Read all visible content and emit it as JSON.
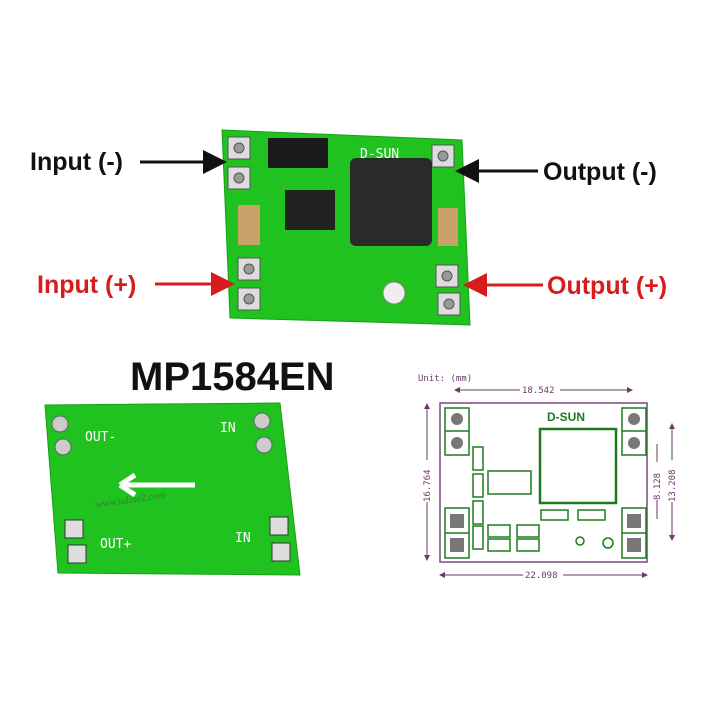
{
  "labels": {
    "input_neg": "Input (-)",
    "input_pos": "Input (+)",
    "output_neg": "Output (-)",
    "output_pos": "Output (+)"
  },
  "product_title": "MP1584EN",
  "top_board": {
    "brand": "D-SUN"
  },
  "back_board": {
    "out_neg": "OUT-",
    "out_pos": "OUT+",
    "in_top": "IN",
    "in_bottom": "IN",
    "watermark": "www.tuline2.com"
  },
  "dimension_drawing": {
    "unit": "Unit: (mm)",
    "brand": "D-SUN",
    "width_inner": "18.542",
    "width_outer": "22.098",
    "height_outer": "16.764",
    "pad_spacing": "8.128",
    "height_inner": "13.208"
  },
  "colors": {
    "pcb_green": "#1fc21f",
    "label_black": "#111111",
    "label_red": "#d61c1c",
    "drawing_outline": "#7a4a7a",
    "drawing_green": "#1f7a1f"
  }
}
